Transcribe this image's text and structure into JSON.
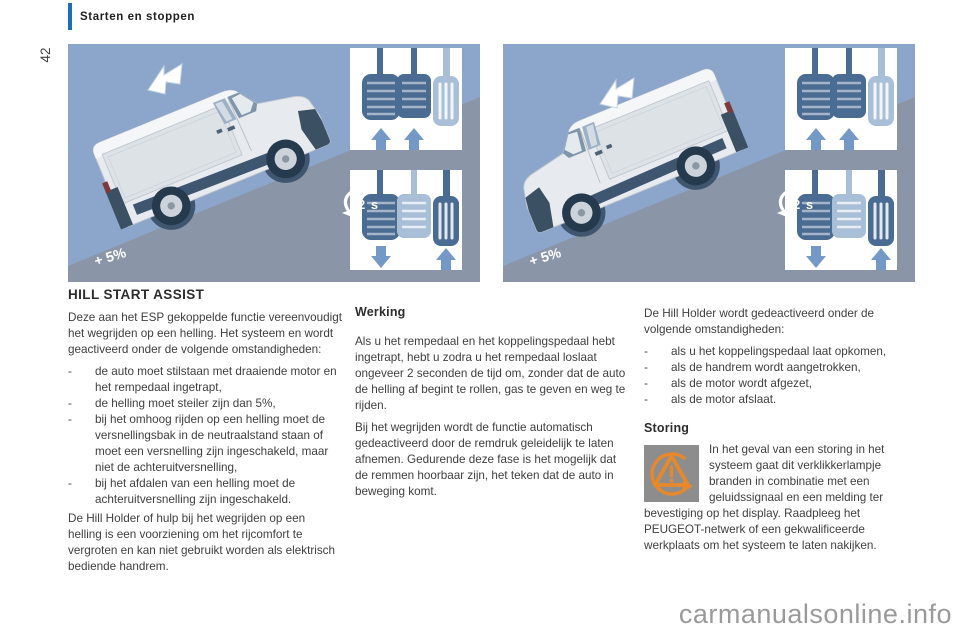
{
  "page": {
    "number": "42",
    "header": {
      "title": "Starten en stoppen",
      "accent_color": "#1d6fb5"
    },
    "watermark": "carmanualsonline.info"
  },
  "illustrations": {
    "slope_label": "+ 5%",
    "timer_label": "2 s",
    "colors": {
      "background": "#8ba6ca",
      "slope": "#8a96a8",
      "pedal_dark": "#4a6b92",
      "pedal_light": "#a9bfd8",
      "arrow_blue": "#7499c6",
      "van_dark": "#3c5063"
    }
  },
  "sections": {
    "hill_start_assist": {
      "title": "HILL START ASSIST",
      "intro": "Deze aan het ESP gekoppelde functie vereenvoudigt het wegrijden op een helling. Het systeem en wordt geactiveerd onder de volgende omstandigheden:",
      "list_marker": "-",
      "conditions": [
        "de auto moet stilstaan met draaiende motor en het rempedaal ingetrapt,",
        "de helling moet steiler zijn dan 5%,",
        "bij het omhoog rijden op een helling moet de versnellingsbak in de neutraalstand staan of moet een versnelling zijn ingeschakeld, maar niet de achteruitversnelling,",
        "bij het afdalen van een helling moet de achteruitversnelling zijn ingeschakeld."
      ],
      "note": "De Hill Holder of hulp bij het wegrijden op een helling is een voorziening om het rijcomfort te vergroten en kan niet gebruikt worden als elektrisch bediende handrem."
    },
    "werking": {
      "title": "Werking",
      "paragraph1": "Als u het rempedaal en het koppelingspedaal hebt ingetrapt, hebt u zodra u het rempedaal loslaat ongeveer 2 seconden de tijd om, zonder dat de auto de helling af begint te rollen, gas te geven en weg te rijden.",
      "paragraph2": "Bij het wegrijden wordt de functie automatisch gedeactiveerd door de remdruk geleidelijk te laten afnemen. Gedurende deze fase is het mogelijk dat de remmen hoorbaar zijn, het teken dat de auto in beweging komt."
    },
    "deactivation": {
      "intro": "De Hill Holder wordt gedeactiveerd onder de volgende omstandigheden:",
      "conditions": [
        "als u het koppelingspedaal laat opkomen,",
        "als de handrem wordt aangetrokken,",
        "als de motor wordt afgezet,",
        "als de motor afslaat."
      ]
    },
    "storing": {
      "title": "Storing",
      "body": "In het geval van een storing in het systeem gaat dit verklikkerlampje branden in combinatie met een geluidssignaal en een melding ter bevestiging op het display. Raadpleeg het PEUGEOT-netwerk of een gekwalificeerde werkplaats om het systeem te laten nakijken.",
      "warning_lamp_color": "#e7892b"
    }
  }
}
